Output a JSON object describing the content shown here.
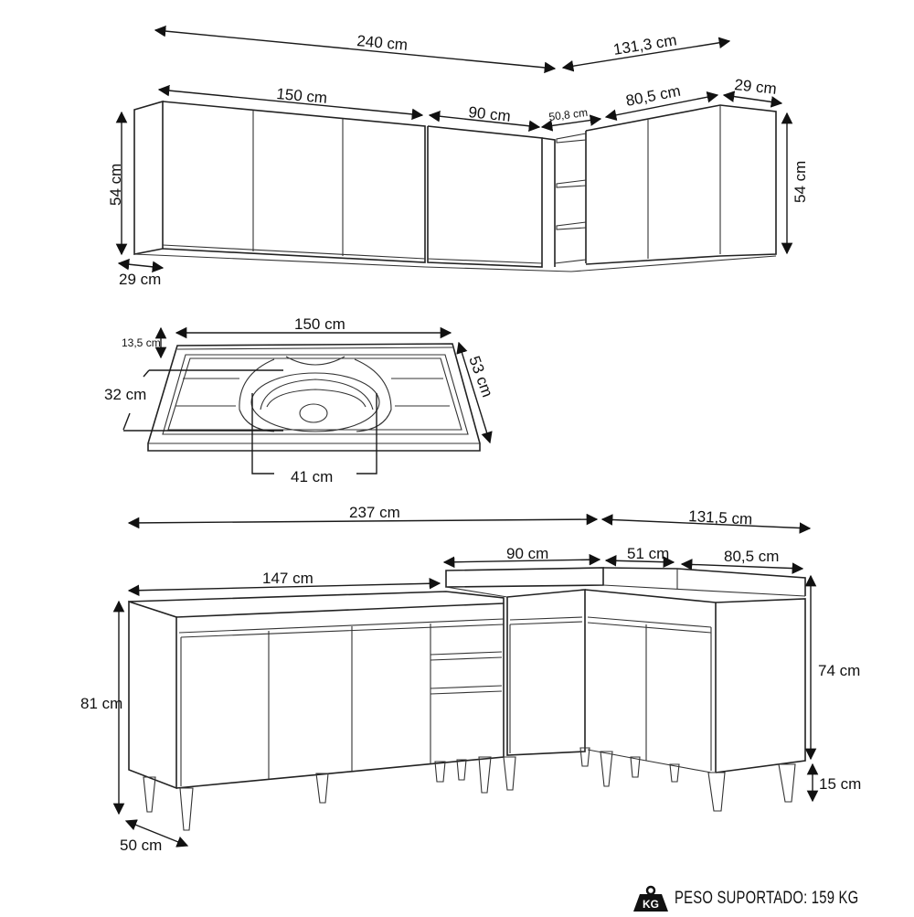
{
  "upper_cabinets": {
    "total_width_main": "240 cm",
    "total_width_corner": "131,3 cm",
    "module_left_width": "150 cm",
    "module_mid_width": "90 cm",
    "corner_shelf_width": "50,8 cm",
    "module_right_width": "80,5 cm",
    "depth_right": "29 cm",
    "height_left": "54 cm",
    "height_right": "54 cm",
    "depth_left": "29 cm"
  },
  "sink": {
    "width": "150 cm",
    "backsplash_height": "13,5 cm",
    "depth": "53 cm",
    "bowl_depth": "32 cm",
    "bowl_width": "41 cm"
  },
  "lower_cabinets": {
    "total_width_main": "237 cm",
    "total_width_corner": "131,5 cm",
    "module_left_width": "147 cm",
    "module_mid_width": "90 cm",
    "corner_width": "51 cm",
    "module_right_width": "80,5 cm",
    "height_total": "81 cm",
    "depth": "50 cm",
    "body_height": "74 cm",
    "leg_height": "15 cm"
  },
  "footer": {
    "icon": "kg-weight-icon",
    "icon_label": "KG",
    "text": "PESO SUPORTADO: 159 KG"
  }
}
